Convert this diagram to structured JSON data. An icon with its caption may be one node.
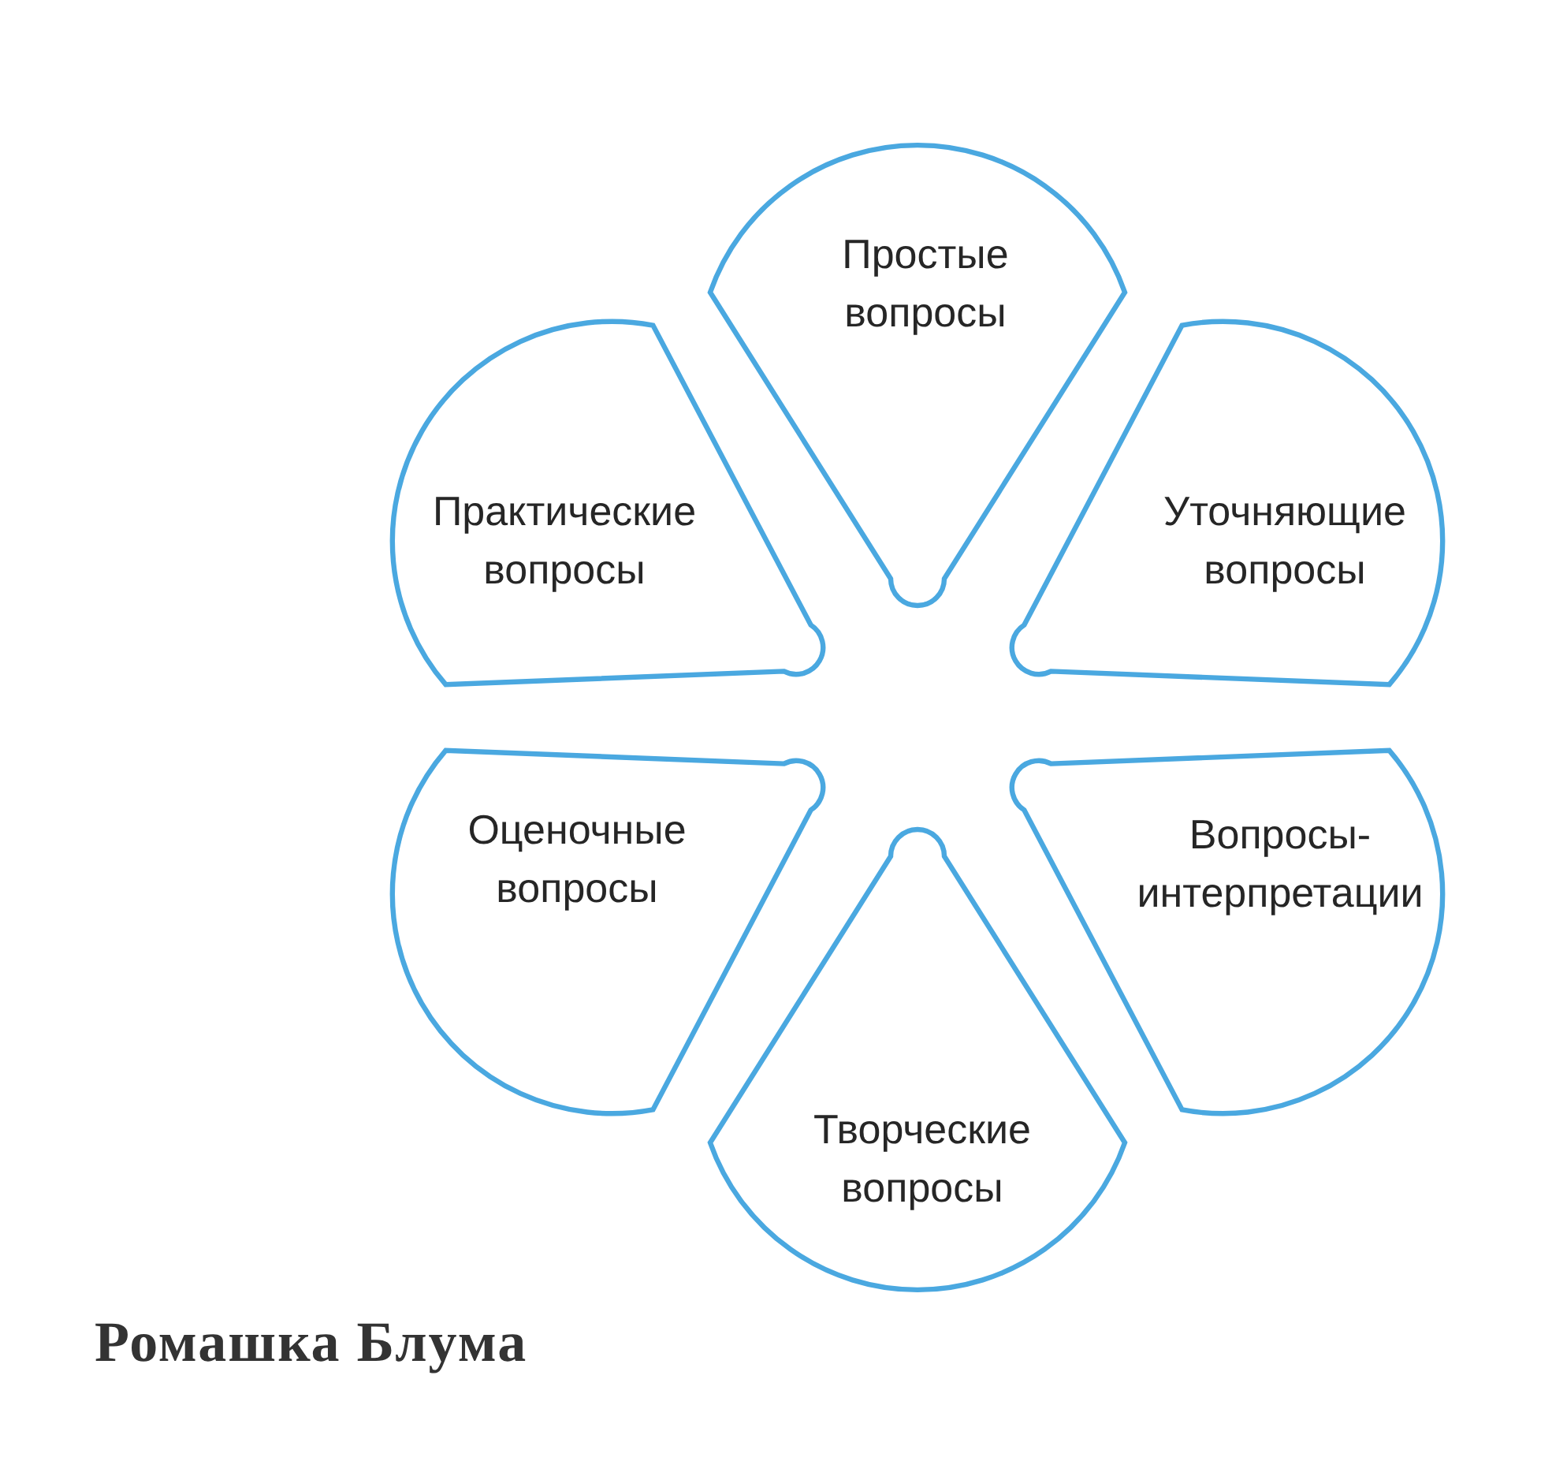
{
  "diagram": {
    "caption": "Ромашка Блума",
    "nodes": [
      {
        "text": [
          "Простые вопросы"
        ]
      },
      {
        "text": [
          "Практические вопросы"
        ]
      },
      {
        "text": [
          "Уточняющие вопросы"
        ]
      },
      {
        "text": [
          "Оценочные вопросы"
        ]
      },
      {
        "text": [
          "Вопросы-интерпретации"
        ]
      },
      {
        "text": [
          "Творческие вопросы"
        ]
      }
    ]
  }
}
